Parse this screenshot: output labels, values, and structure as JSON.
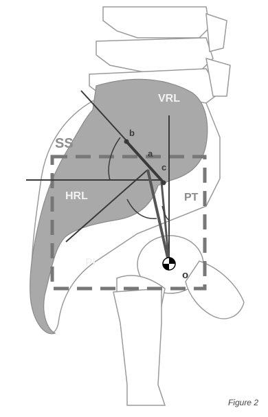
{
  "labels": {
    "ss": "SS",
    "vrl": "VRL",
    "hrl": "HRL",
    "pt": "PT",
    "pi": "PI",
    "point_a": "a",
    "point_b": "b",
    "point_c": "c",
    "point_o": "o"
  },
  "caption": "Figure 2",
  "colors": {
    "bone_fill": "#ffffff",
    "bone_stroke": "#9a9a9a",
    "sacrum_fill": "#a9a9a9",
    "line_dark": "#3a3a3a",
    "line_gray": "#777777",
    "label_gray": "#8c8c8c",
    "label_white": "#f2f2f2"
  }
}
